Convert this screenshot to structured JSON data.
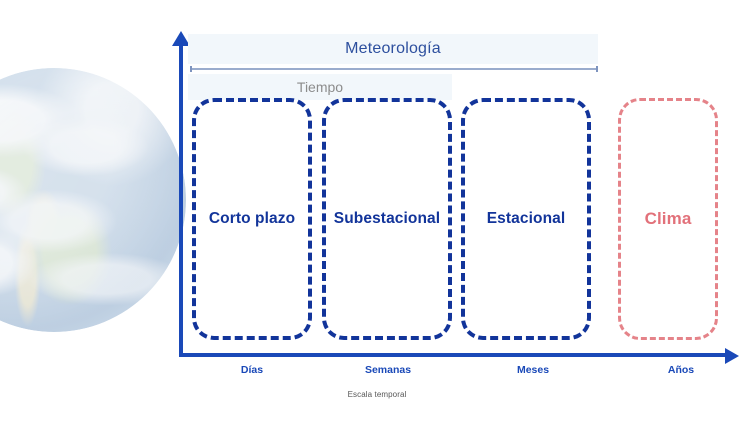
{
  "diagram": {
    "title": "Meteorología",
    "subtitle": "Tiempo",
    "axis_caption": "Escala temporal",
    "colors": {
      "navy": "#12349a",
      "axis_blue": "#1a49b8",
      "coral": "#e2717a",
      "band_fill": "#f2f7fb",
      "rule_gray": "#9aaccd",
      "subtitle_gray": "#8c8c8c"
    },
    "globe": {
      "name": "earth-globe",
      "description": "Faded satellite image of Earth showing the Americas"
    },
    "phases": [
      {
        "label": "Corto plazo",
        "accent": "navy"
      },
      {
        "label": "Subestacional",
        "accent": "navy"
      },
      {
        "label": "Estacional",
        "accent": "navy"
      },
      {
        "label": "Clima",
        "accent": "coral"
      }
    ],
    "ticks": [
      {
        "label": "Días"
      },
      {
        "label": "Semanas"
      },
      {
        "label": "Meses"
      },
      {
        "label": "Años"
      }
    ]
  }
}
